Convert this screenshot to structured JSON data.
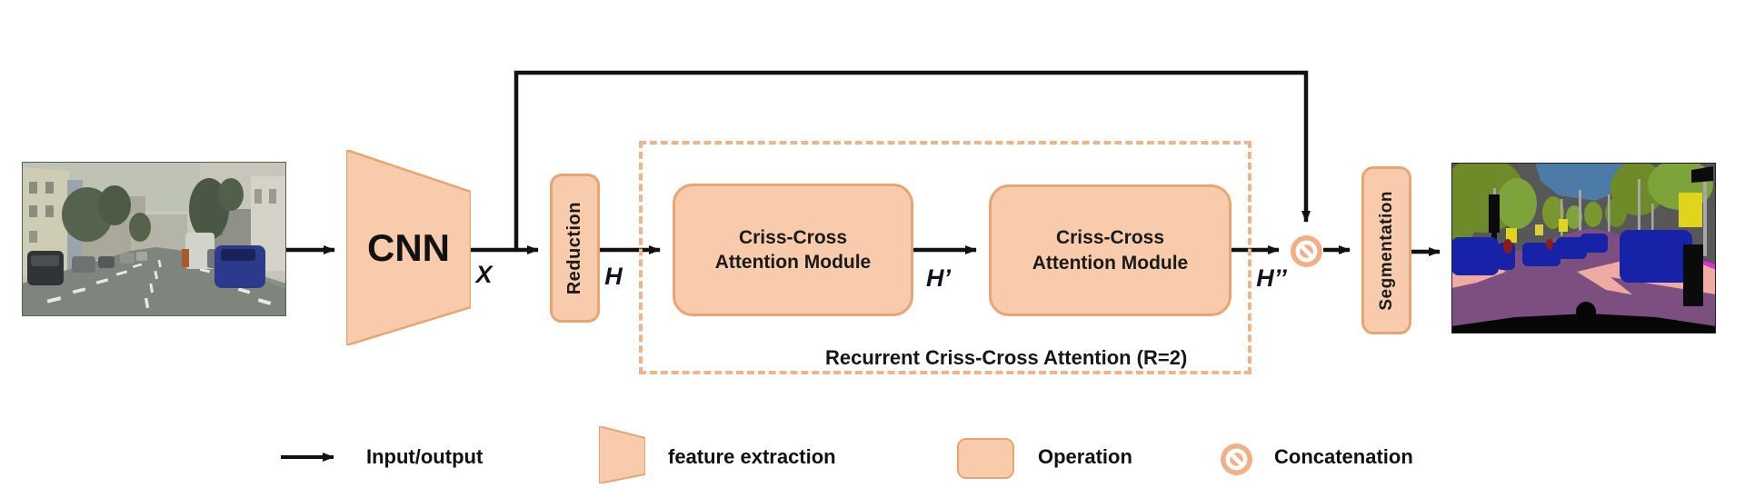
{
  "colors": {
    "operation_fill": "#F7CBAC",
    "operation_border": "#E8A571",
    "dashed_group_border": "#F0B488",
    "concat_symbol_fill": "#EFB185",
    "arrow": "#111111",
    "text": "#1a1a1a"
  },
  "pipeline": {
    "cnn_label": "CNN",
    "reduction_label": "Reduction",
    "module1": {
      "line1": "Criss-Cross",
      "line2": "Attention Module"
    },
    "module2": {
      "line1": "Criss-Cross",
      "line2": "Attention Module"
    },
    "rcca_caption": "Recurrent Criss-Cross Attention (R=2)",
    "segmentation_label": "Segmentation",
    "signals": {
      "x": "X",
      "h": "H",
      "h_prime": "H’",
      "h_double_prime": "H’’"
    }
  },
  "legend": {
    "input_output": "Input/output",
    "feature_extraction": "feature extraction",
    "operation": "Operation",
    "concatenation": "Concatenation"
  }
}
